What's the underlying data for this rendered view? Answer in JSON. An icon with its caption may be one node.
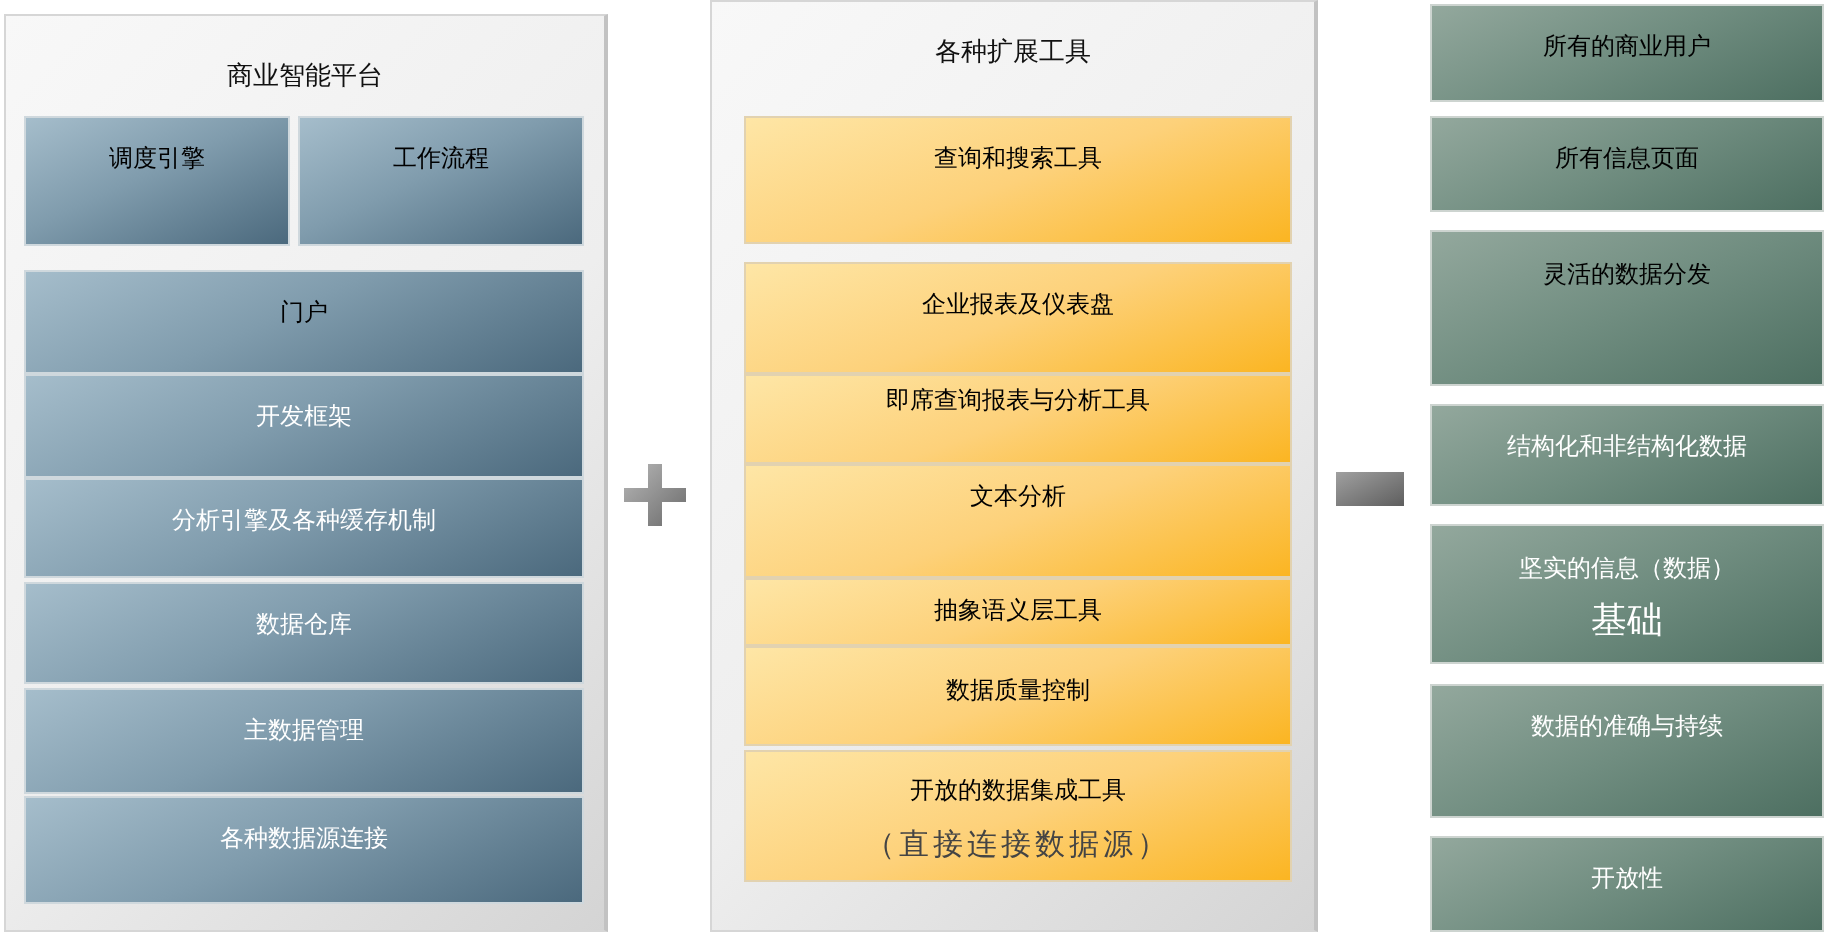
{
  "diagram": {
    "nodes": [
      {
        "text": [
          "商业智能平台"
        ]
      },
      {
        "text": [
          "调度引擎"
        ],
        "in": 0
      },
      {
        "text": [
          "工作流程"
        ],
        "in": 0
      },
      {
        "text": [
          "门户"
        ],
        "in": 0
      },
      {
        "text": [
          "开发框架"
        ],
        "in": 0
      },
      {
        "text": [
          "分析引擎及各种缓存机制"
        ],
        "in": 0
      },
      {
        "text": [
          "数据仓库"
        ],
        "in": 0
      },
      {
        "text": [
          "主数据管理"
        ],
        "in": 0
      },
      {
        "text": [
          "各种数据源连接"
        ],
        "in": 0
      },
      {
        "text": [
          "各种扩展工具"
        ]
      },
      {
        "text": [
          "查询和搜索工具"
        ],
        "in": 9
      },
      {
        "text": [
          "企业报表及仪表盘"
        ],
        "in": 9
      },
      {
        "text": [
          "即席查询报表与分析工具"
        ],
        "in": 9
      },
      {
        "text": [
          "文本分析"
        ],
        "in": 9
      },
      {
        "text": [
          "抽象语义层工具"
        ],
        "in": 9
      },
      {
        "text": [
          "数据质量控制"
        ],
        "in": 9
      },
      {
        "text": [
          "开放的数据集成工具",
          "（直接连接数据源）"
        ],
        "in": 9
      },
      {
        "text": [
          "所有的商业用户"
        ]
      },
      {
        "text": [
          "所有信息页面"
        ]
      },
      {
        "text": [
          "灵活的数据分发"
        ]
      },
      {
        "text": [
          "结构化和非结构化数据"
        ]
      },
      {
        "text": [
          "坚实的信息（数据）",
          "基础"
        ]
      },
      {
        "text": [
          "数据的准确与持续"
        ]
      },
      {
        "text": [
          "开放性"
        ]
      }
    ]
  }
}
